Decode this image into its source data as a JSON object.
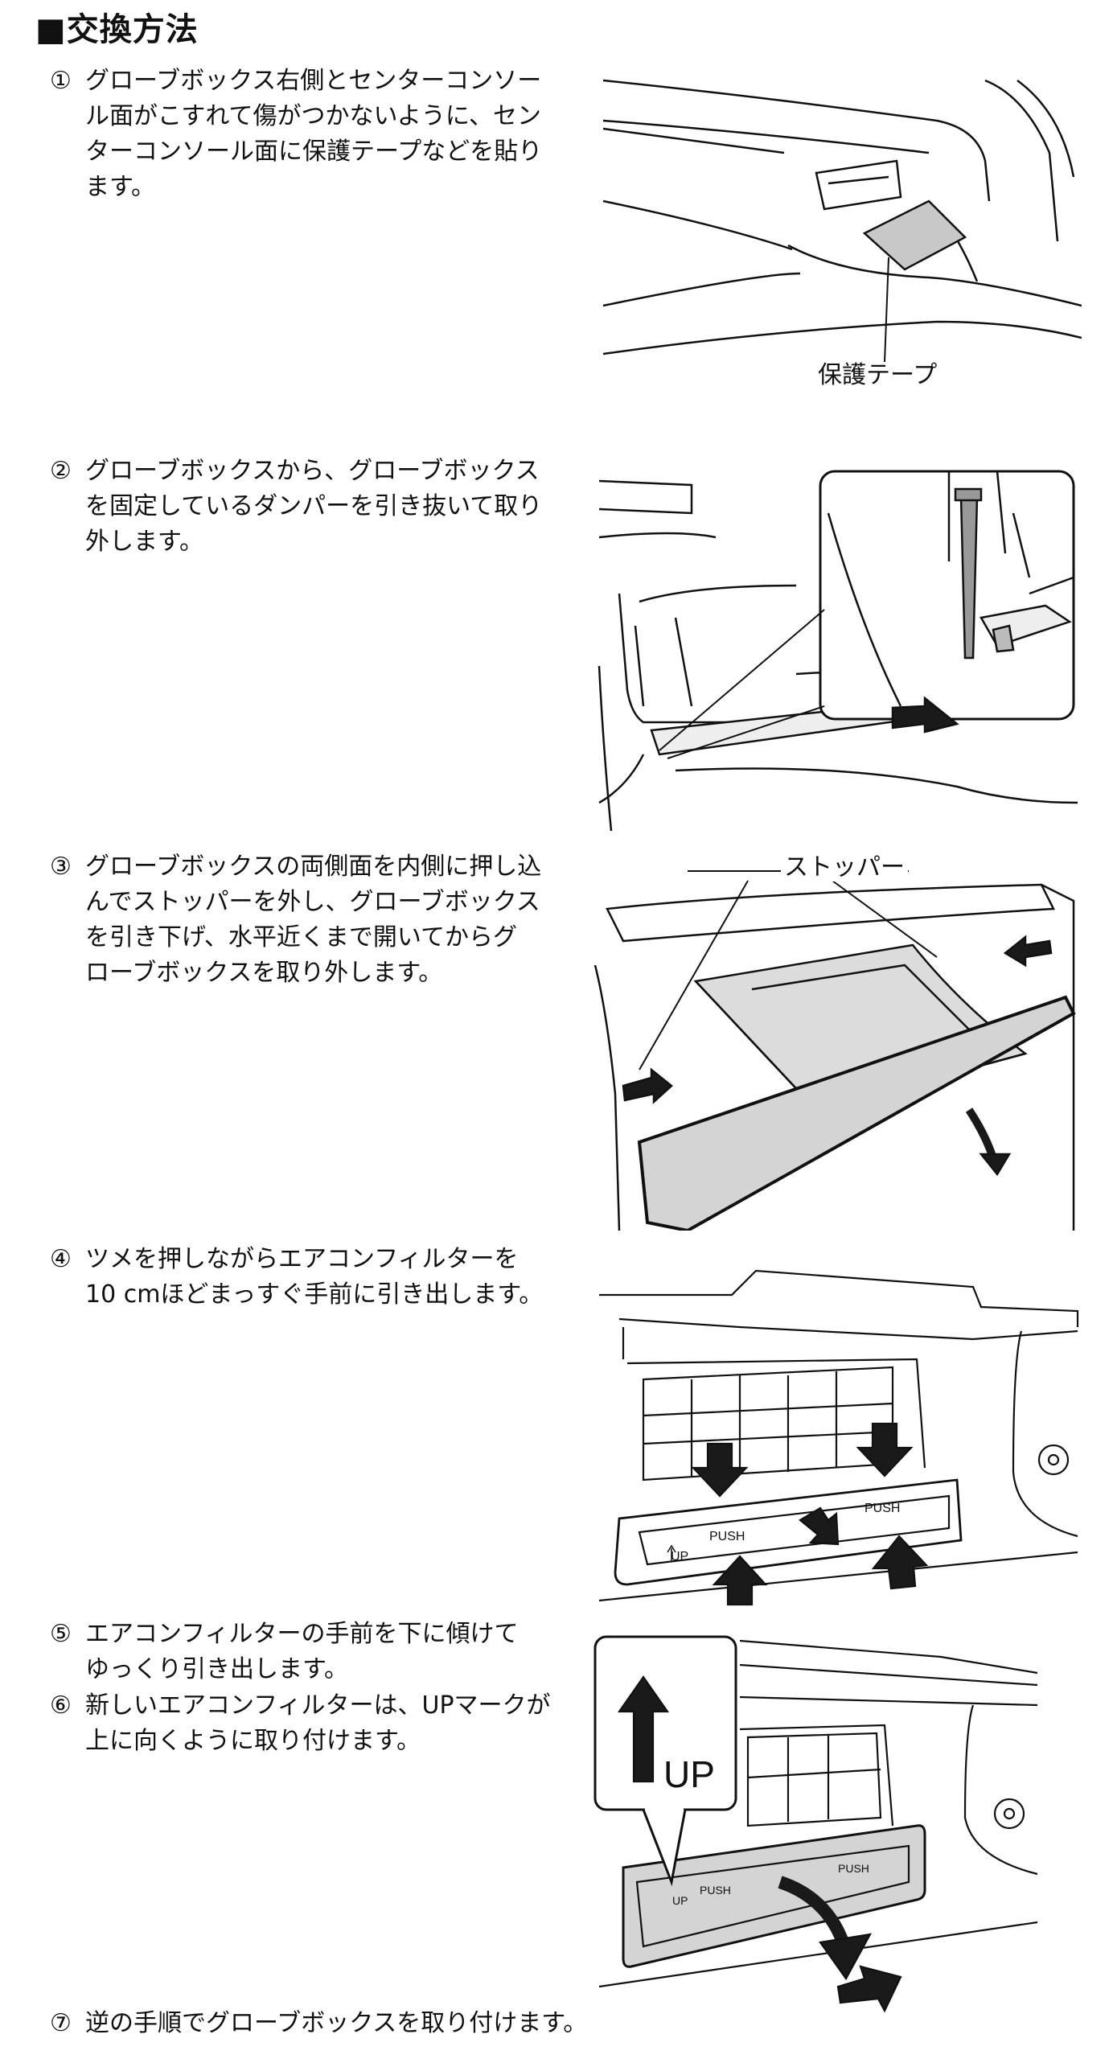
{
  "title": "■交換方法",
  "steps": [
    {
      "num": "①",
      "lines": [
        "グローブボックス右側とセンターコンソー",
        "ル面がこすれて傷がつかないように、セン",
        "ターコンソール面に保護テープなどを貼り",
        "ます。"
      ]
    },
    {
      "num": "②",
      "lines": [
        "グローブボックスから、グローブボックス",
        "を固定しているダンパーを引き抜いて取り",
        "外します。"
      ]
    },
    {
      "num": "③",
      "lines": [
        "グローブボックスの両側面を内側に押し込",
        "んでストッパーを外し、グローブボックス",
        "を引き下げ、水平近くまで開いてからグ",
        "ローブボックスを取り外します。"
      ]
    },
    {
      "num": "④",
      "lines": [
        "ツメを押しながらエアコンフィルターを",
        "10 cmほどまっすぐ手前に引き出します。"
      ]
    },
    {
      "num": "⑤",
      "lines": [
        "エアコンフィルターの手前を下に傾けて",
        "ゆっくり引き出します。"
      ]
    },
    {
      "num": "⑥",
      "lines": [
        "新しいエアコンフィルターは、UPマークが",
        "上に向くように取り付けます。"
      ]
    },
    {
      "num": "⑦",
      "lines": [
        "逆の手順でグローブボックスを取り付けます。"
      ]
    }
  ],
  "figures": {
    "fig1": {
      "label": "保護テープ"
    },
    "fig3": {
      "label": "ストッパー"
    },
    "fig4": {
      "push_left": "PUSH",
      "push_right": "PUSH",
      "up_mark": "UP"
    },
    "fig5": {
      "callout": "UP",
      "push_left": "PUSH",
      "push_right": "PUSH",
      "up_mark": "UP"
    }
  },
  "colors": {
    "tape": "#c8c8c8",
    "filter_fill": "#d4d4d4",
    "arrow": "#1a1a1a"
  }
}
